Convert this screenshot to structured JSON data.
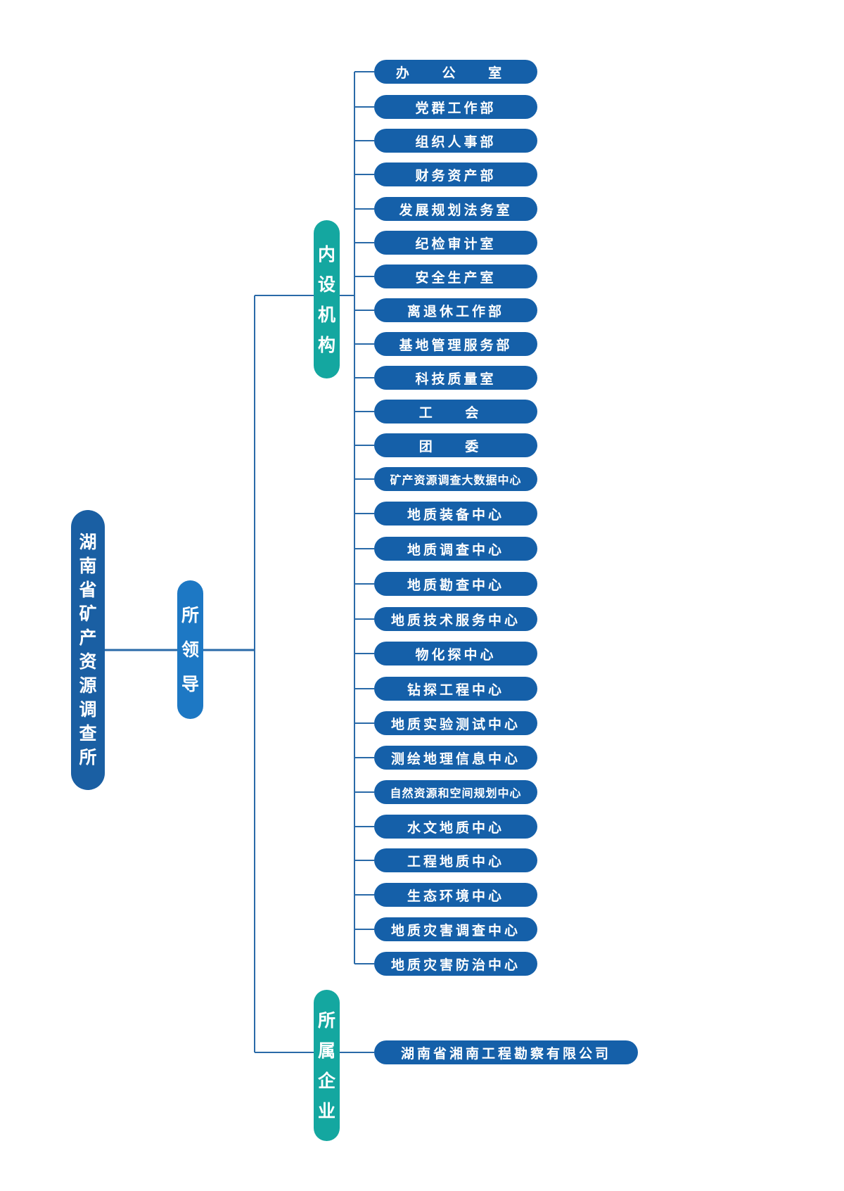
{
  "root": {
    "chars": [
      "湖",
      "南",
      "省",
      "矿",
      "产",
      "资",
      "源",
      "调",
      "查",
      "所"
    ]
  },
  "leadership": {
    "chars": [
      "所",
      "领",
      "导"
    ]
  },
  "internal": {
    "chars": [
      "内",
      "设",
      "机",
      "构"
    ],
    "departments": [
      "办 公 室",
      "党群工作部",
      "组织人事部",
      "财务资产部",
      "发展规划法务室",
      "纪检审计室",
      "安全生产室",
      "离退休工作部",
      "基地管理服务部",
      "科技质量室",
      "工 会",
      "团 委",
      "矿产资源调查大数据中心",
      "地质装备中心",
      "地质调查中心",
      "地质勘查中心",
      "地质技术服务中心",
      "物化探中心",
      "钻探工程中心",
      "地质实验测试中心",
      "测绘地理信息中心",
      "自然资源和空间规划中心",
      "水文地质中心",
      "工程地质中心",
      "生态环境中心",
      "地质灾害调查中心",
      "地质灾害防治中心"
    ]
  },
  "enterprises": {
    "chars": [
      "所",
      "属",
      "企",
      "业"
    ],
    "companies": [
      "湖南省湘南工程勘察有限公司"
    ]
  },
  "colors": {
    "root": "#1a5fa3",
    "leader": "#1d78c4",
    "category": "#14a7a0",
    "department": "#1560a9",
    "connector": "#2a6aa8"
  }
}
